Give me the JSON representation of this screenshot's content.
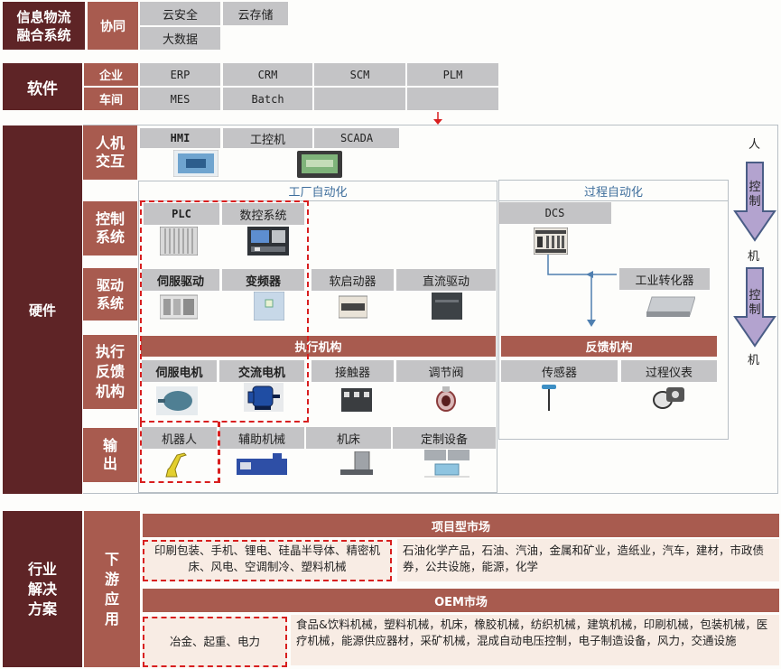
{
  "cps": {
    "title": "信息物流\n融合系统",
    "sub": "协同",
    "items": [
      "云安全",
      "云存储",
      "大数据"
    ]
  },
  "software": {
    "title": "软件",
    "rows": [
      {
        "label": "企业",
        "items": [
          "ERP",
          "CRM",
          "SCM",
          "PLM"
        ]
      },
      {
        "label": "车间",
        "items": [
          "MES",
          "Batch",
          "",
          ""
        ]
      }
    ]
  },
  "hardware": {
    "title": "硬件",
    "categories": [
      "人机\n交互",
      "控制\n系统",
      "驱动\n系统",
      "执行\n反馈\n机构",
      "输\n出"
    ],
    "hmi": {
      "items": [
        "HMI",
        "工控机",
        "SCADA"
      ]
    },
    "factory_automation": "工厂自动化",
    "process_automation": "过程自动化",
    "control": {
      "items": [
        "PLC",
        "数控系统"
      ],
      "dcs": "DCS"
    },
    "drive": {
      "items": [
        "伺服驱动",
        "变频器",
        "软启动器",
        "直流驱动"
      ],
      "converter": "工业转化器"
    },
    "actuator_band": "执行机构",
    "feedback_band": "反馈机构",
    "actuators": [
      "伺服电机",
      "交流电机",
      "接触器",
      "调节阀"
    ],
    "feedback": [
      "传感器",
      "过程仪表"
    ],
    "output": [
      "机器人",
      "辅助机械",
      "机床",
      "定制设备"
    ],
    "side_flow": {
      "top": "人",
      "arrow1": "控制",
      "mid": "机",
      "arrow2": "控制",
      "bottom": "机"
    }
  },
  "solutions": {
    "title": "行业\n解决\n方案",
    "sub": "下\n游\n应\n用",
    "project_market": {
      "title": "项目型市场",
      "highlight": "印刷包装、手机、锂电、硅晶半导体、精密机床、风电、空调制冷、塑料机械",
      "text": "石油化学产品，石油、汽油，金属和矿业，造纸业，汽车，建材，市政债券，公共设施，能源，化学"
    },
    "oem_market": {
      "title": "OEM市场",
      "highlight": "冶金、起重、电力",
      "text": "食品&饮料机械，塑料机械，机床，橡胶机械，纺织机械，建筑机械，印刷机械，包装机械，医疗机械，能源供应器材，采矿机械，混成自动电压控制，电子制造设备，风力，交通设施"
    }
  },
  "colors": {
    "dark_red": "#5e2426",
    "mid_red": "#a85b4f",
    "gray_cell": "#c4c4c6",
    "blue_title": "#3e6e9c",
    "dash_red": "#d81f1f",
    "arrow_fill": "#b3a3cf",
    "cream": "#f8ece4"
  }
}
